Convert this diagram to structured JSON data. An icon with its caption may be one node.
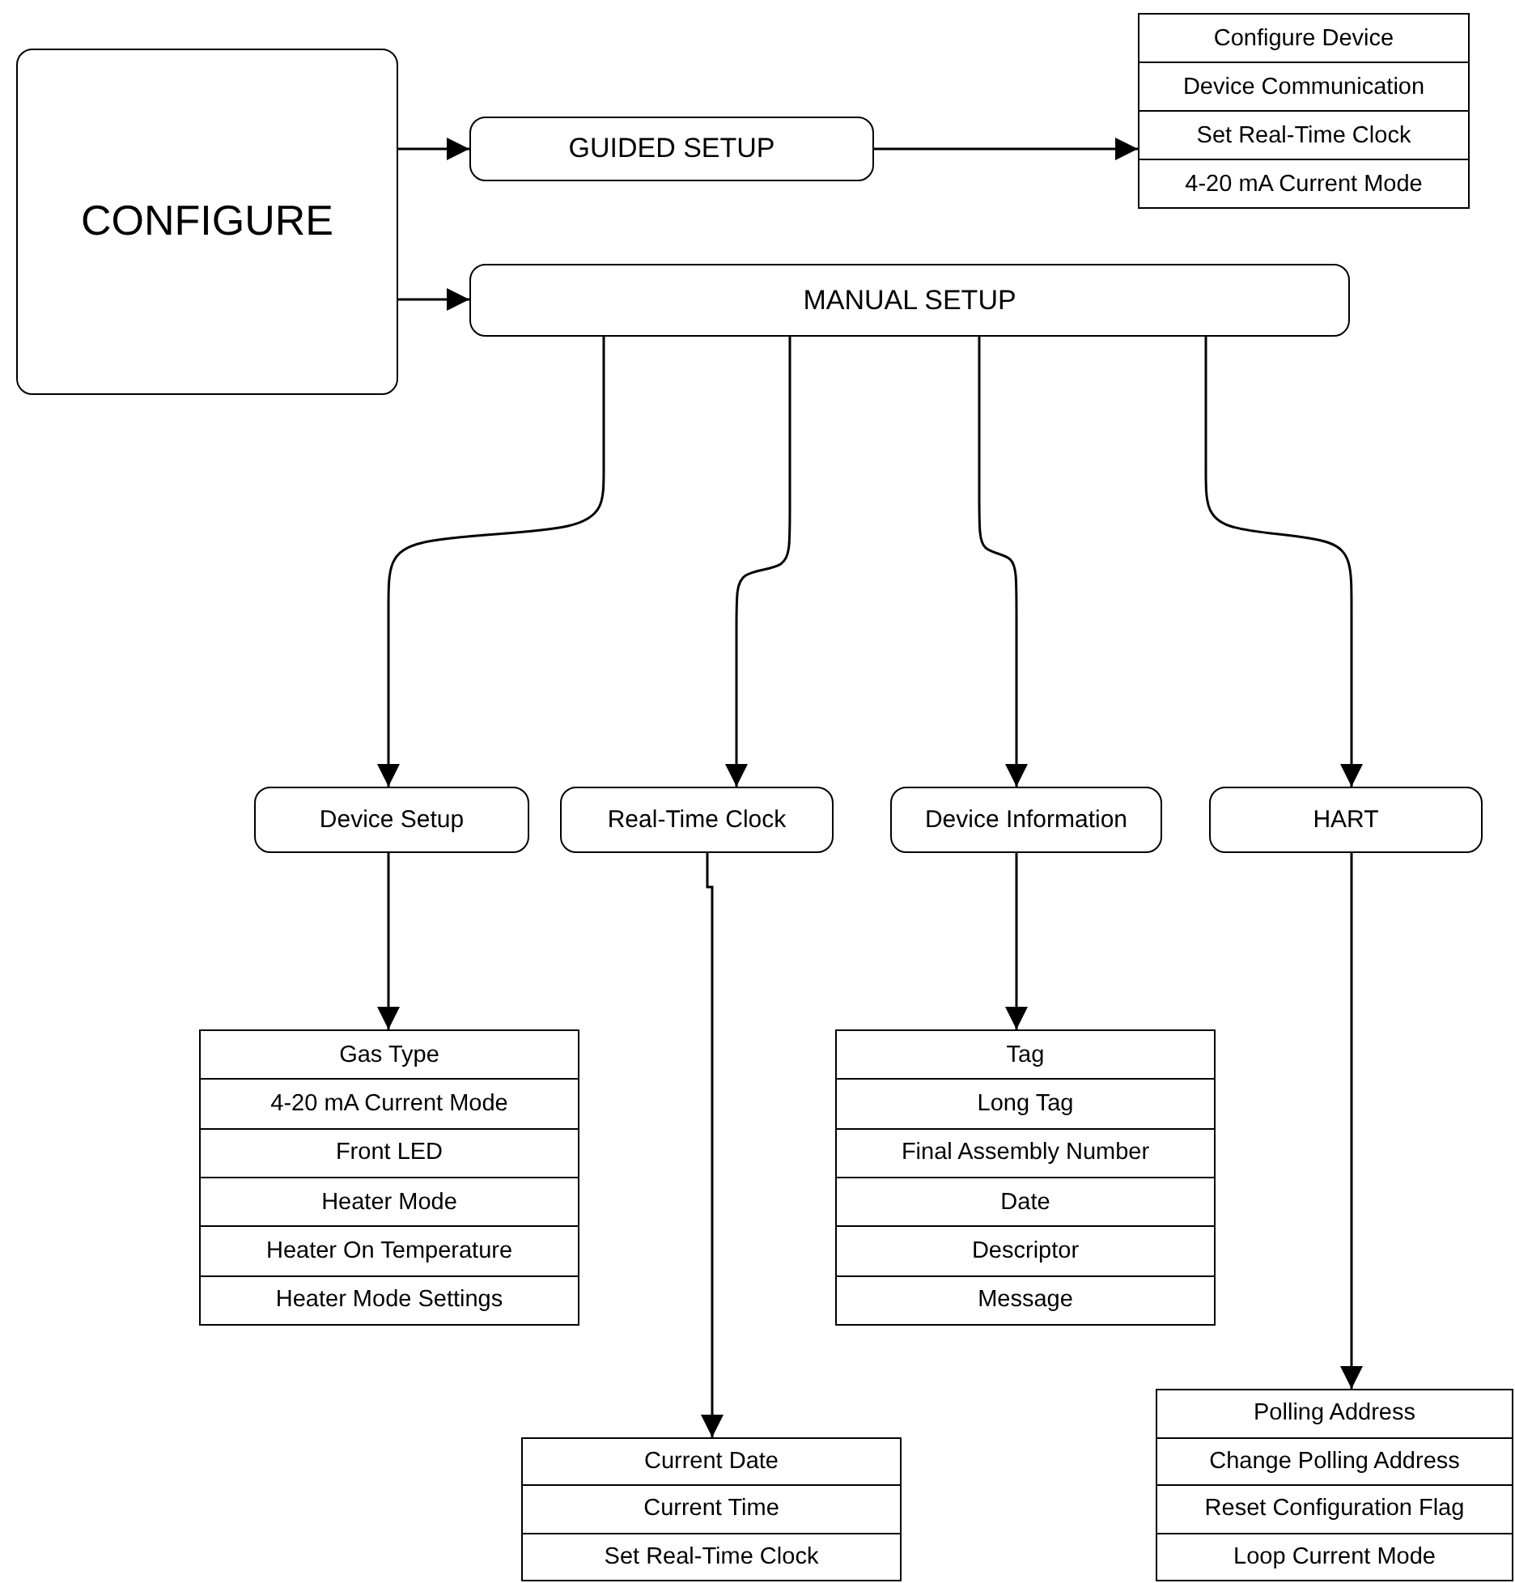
{
  "diagram": {
    "nodes": [
      {
        "text": [
          "CONFIGURE"
        ]
      },
      {
        "text": [
          "GUIDED SETUP"
        ]
      },
      {
        "text": [
          "Configure Device",
          "Device Communication",
          "Set Real-Time Clock",
          "4-20 mA Current Mode"
        ]
      },
      {
        "text": [
          "MANUAL SETUP"
        ]
      },
      {
        "text": [
          "Device Setup"
        ]
      },
      {
        "text": [
          "Real-Time Clock"
        ]
      },
      {
        "text": [
          "Device Information"
        ]
      },
      {
        "text": [
          "HART"
        ]
      },
      {
        "text": [
          "Gas Type",
          "4-20 mA Current Mode",
          "Front LED",
          "Heater Mode",
          "Heater On Temperature",
          "Heater Mode Settings"
        ]
      },
      {
        "text": [
          "Tag",
          "Long Tag",
          "Final Assembly Number",
          "Date",
          "Descriptor",
          "Message"
        ]
      },
      {
        "text": [
          "Current Date",
          "Current Time",
          "Set Real-Time Clock"
        ]
      },
      {
        "text": [
          "Polling Address",
          "Change Polling Address",
          "Reset Configuration Flag",
          "Loop Current Mode"
        ]
      }
    ],
    "edges": [
      {
        "from": 0,
        "to": 1,
        "arrow": "to"
      },
      {
        "from": 0,
        "to": 3,
        "arrow": "to"
      },
      {
        "from": 1,
        "to": 2,
        "arrow": "to"
      },
      {
        "from": 3,
        "to": 4,
        "arrow": "to"
      },
      {
        "from": 3,
        "to": 5,
        "arrow": "to"
      },
      {
        "from": 3,
        "to": 6,
        "arrow": "to"
      },
      {
        "from": 3,
        "to": 7,
        "arrow": "to"
      },
      {
        "from": 4,
        "to": 8,
        "arrow": "to"
      },
      {
        "from": 5,
        "to": 10,
        "arrow": "to"
      },
      {
        "from": 6,
        "to": 9,
        "arrow": "to"
      },
      {
        "from": 7,
        "to": 11,
        "arrow": "to"
      }
    ]
  }
}
